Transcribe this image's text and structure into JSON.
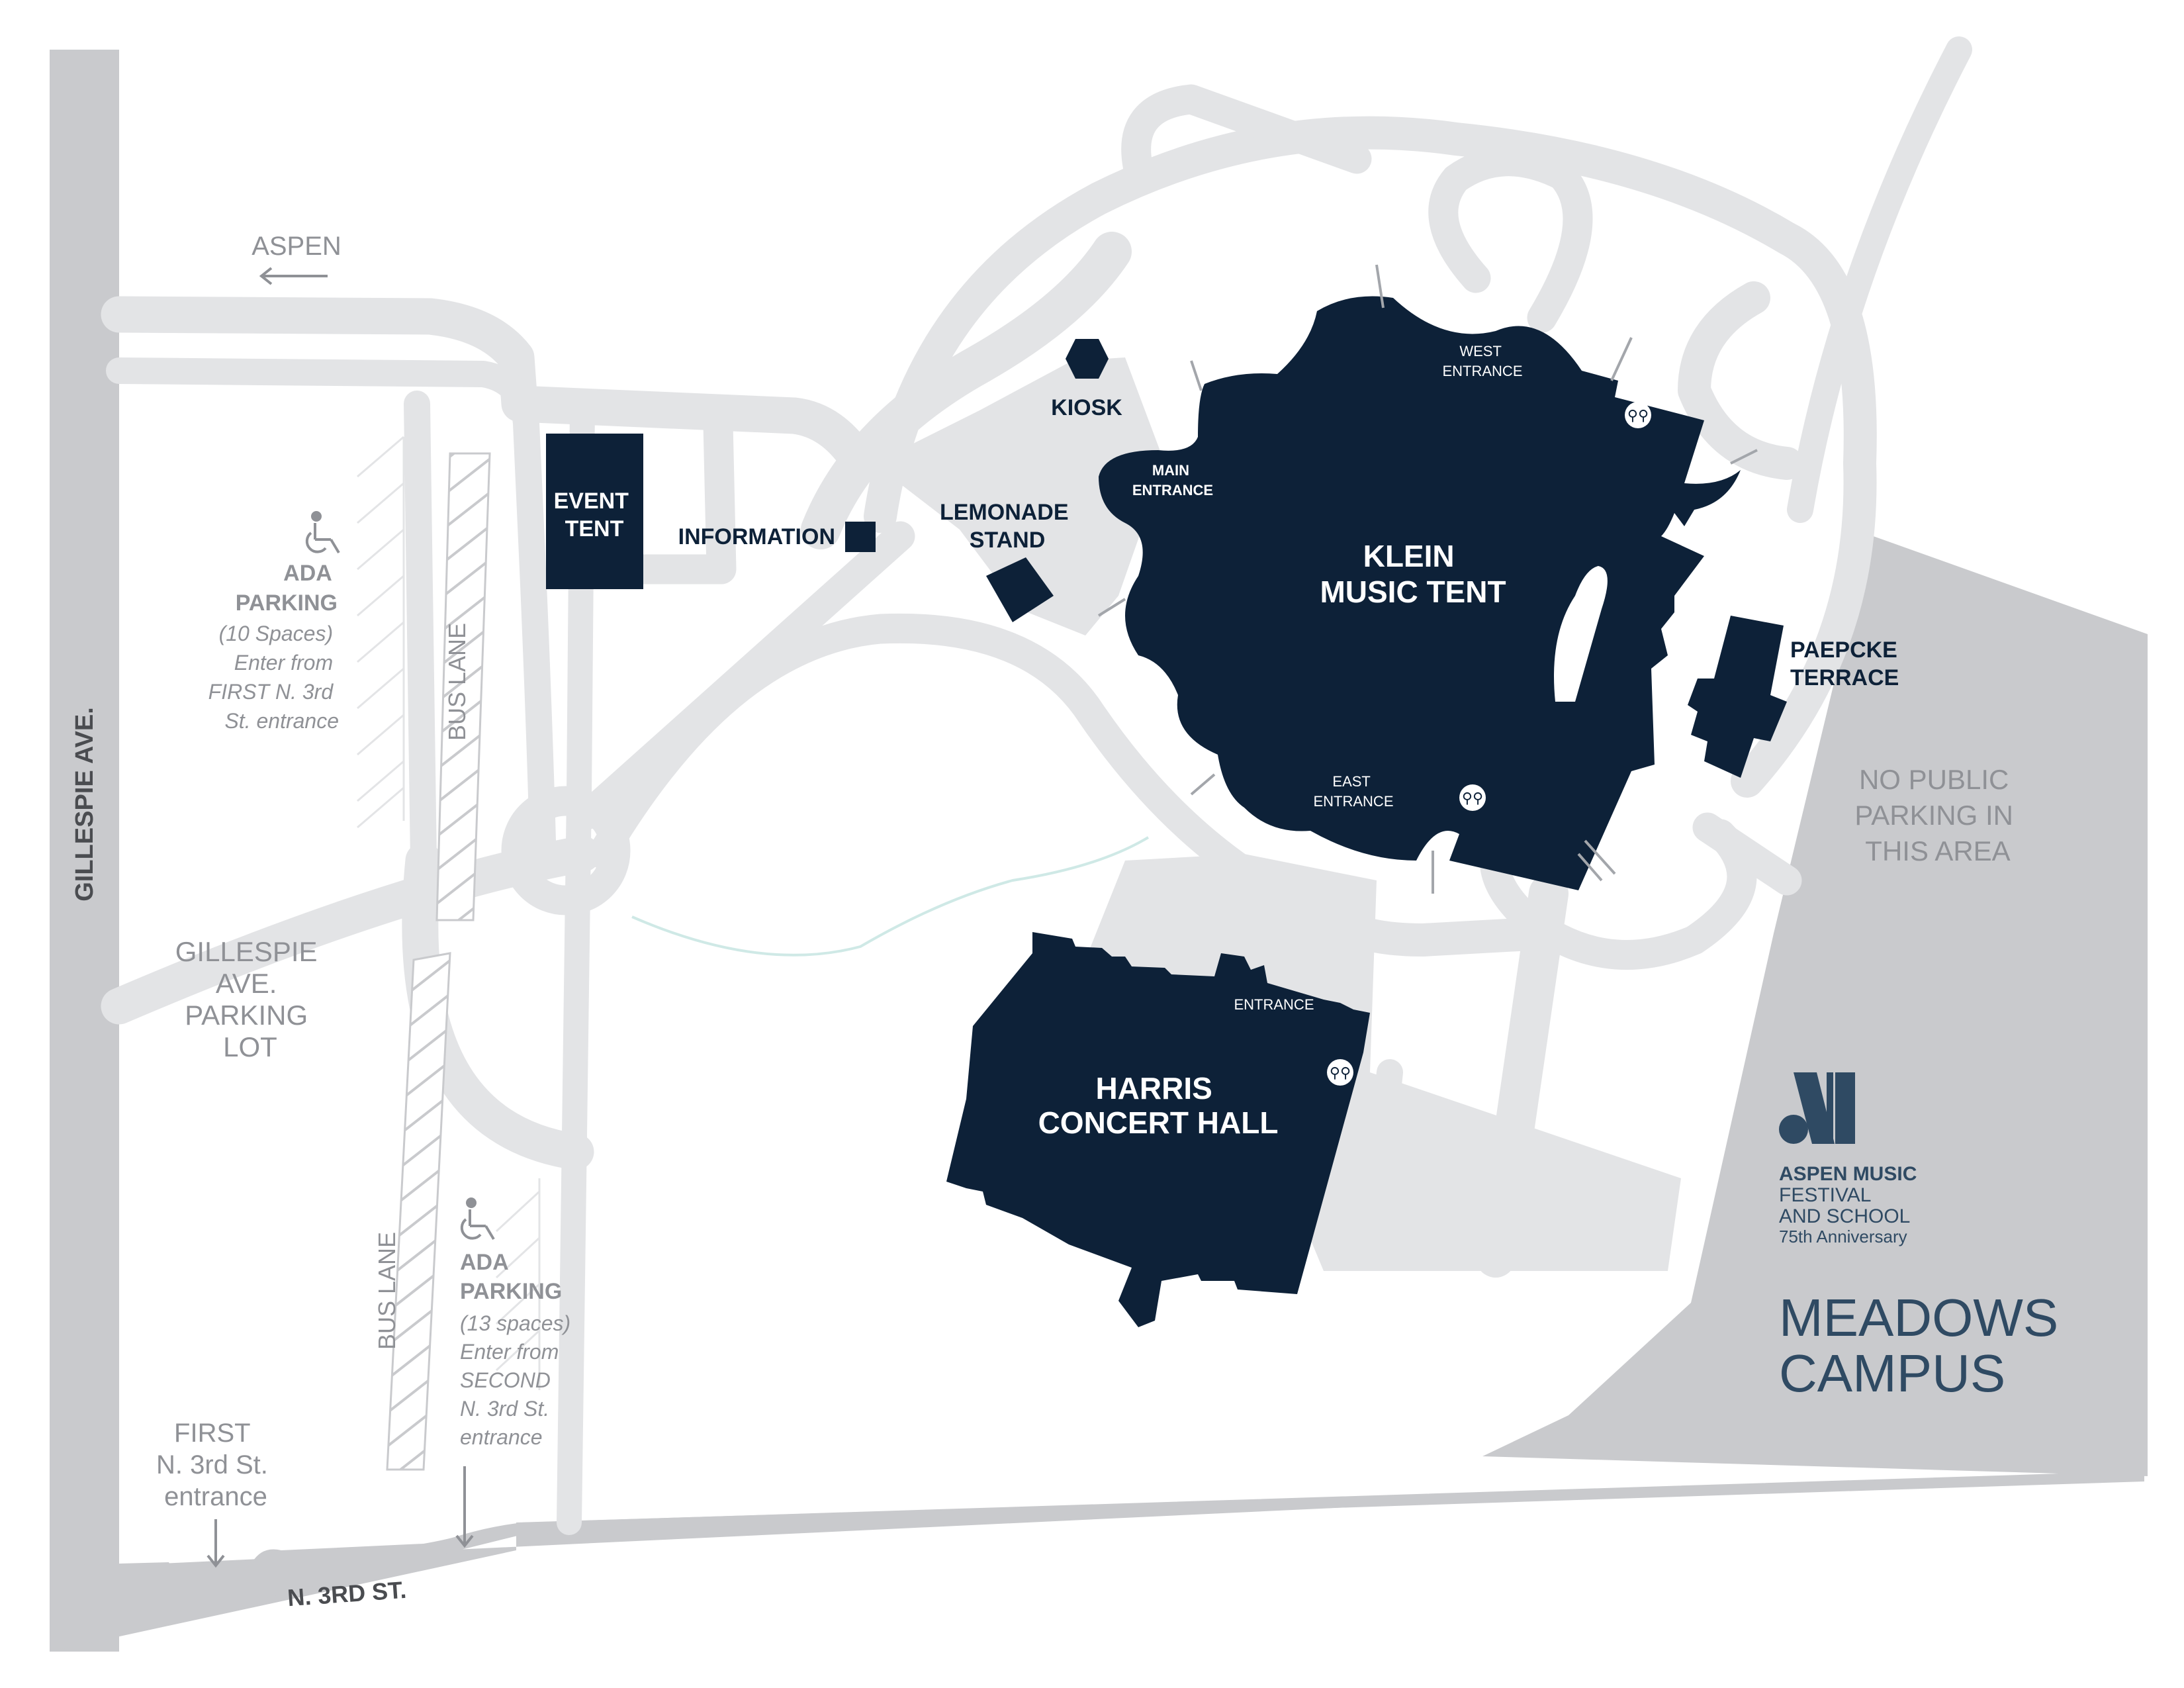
{
  "direction": {
    "aspen": "ASPEN"
  },
  "streets": {
    "gillespie_ave": "GILLESPIE AVE.",
    "n_3rd_st": "N. 3RD ST."
  },
  "lanes": {
    "bus_lane_upper": "BUS LANE",
    "bus_lane_lower": "BUS LANE"
  },
  "parking": {
    "ada_upper": {
      "title_1": "ADA",
      "title_2": "PARKING",
      "note": [
        "(10 Spaces)",
        "Enter from",
        "FIRST N. 3rd",
        "St. entrance"
      ]
    },
    "ada_lower": {
      "title_1": "ADA",
      "title_2": "PARKING",
      "note": [
        "(13 spaces)",
        "Enter from",
        "SECOND",
        "N. 3rd St.",
        "entrance"
      ]
    },
    "gillespie_lot": [
      "GILLESPIE",
      "AVE.",
      "PARKING",
      "LOT"
    ],
    "no_public": [
      "NO PUBLIC",
      "PARKING IN",
      "THIS AREA"
    ]
  },
  "entrances": {
    "first": [
      "FIRST",
      "N. 3rd St.",
      "entrance"
    ]
  },
  "buildings": {
    "event_tent": [
      "EVENT",
      "TENT"
    ],
    "information": "INFORMATION",
    "kiosk": "KIOSK",
    "lemonade_stand": [
      "LEMONADE",
      "STAND"
    ],
    "klein": [
      "KLEIN",
      "MUSIC TENT"
    ],
    "main_entrance": [
      "MAIN",
      "ENTRANCE"
    ],
    "west_entrance": [
      "WEST",
      "ENTRANCE"
    ],
    "east_entrance": [
      "EAST",
      "ENTRANCE"
    ],
    "paepcke": [
      "PAEPCKE",
      "TERRACE"
    ],
    "harris": [
      "HARRIS",
      "CONCERT HALL"
    ],
    "harris_entrance": "ENTRANCE"
  },
  "branding": {
    "org": [
      "ASPEN MUSIC",
      "FESTIVAL",
      "AND SCHOOL",
      "75th Anniversary"
    ],
    "campus": [
      "MEADOWS",
      "CAMPUS"
    ]
  },
  "colors": {
    "navy": "#0d2138",
    "road": "#c9cacd",
    "path": "#e3e4e6",
    "label_gray": "#8f9196",
    "stream": "#cfe9e6"
  },
  "icons": [
    "wheelchair-icon",
    "restroom-icon",
    "arrow-left-icon",
    "arrow-down-icon",
    "aspen-music-logo"
  ]
}
